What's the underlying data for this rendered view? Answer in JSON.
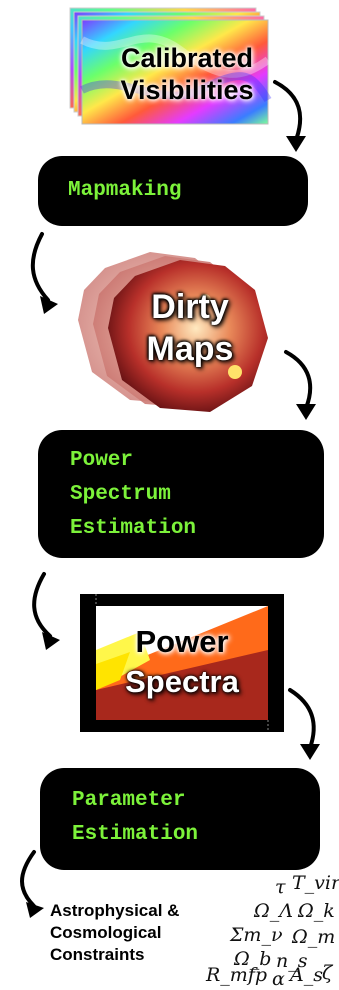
{
  "nodes": {
    "visibilities": {
      "line1": "Calibrated",
      "line2": "Visibilities"
    },
    "mapmaking": {
      "label": "Mapmaking"
    },
    "dirty_maps": {
      "line1": "Dirty",
      "line2": "Maps"
    },
    "power_spectrum_estimation": {
      "line1": "Power",
      "line2": "Spectrum",
      "line3": "Estimation"
    },
    "power_spectra": {
      "line1": "Power",
      "line2": "Spectra"
    },
    "parameter_estimation": {
      "line1": "Parameter",
      "line2": "Estimation"
    },
    "constraints": {
      "line1": "Astrophysical &",
      "line2": "Cosmological",
      "line3": "Constraints"
    }
  },
  "parameters": [
    "τ",
    "T_vir",
    "Ω_Λ",
    "Ω_k",
    "Σm_ν",
    "Ω_m",
    "Ω_b",
    "n_s",
    "R_mfp",
    "α",
    "A_s",
    "ζ"
  ],
  "colors": {
    "stage_bg": "#000000",
    "stage_text": "#7cf23a"
  }
}
